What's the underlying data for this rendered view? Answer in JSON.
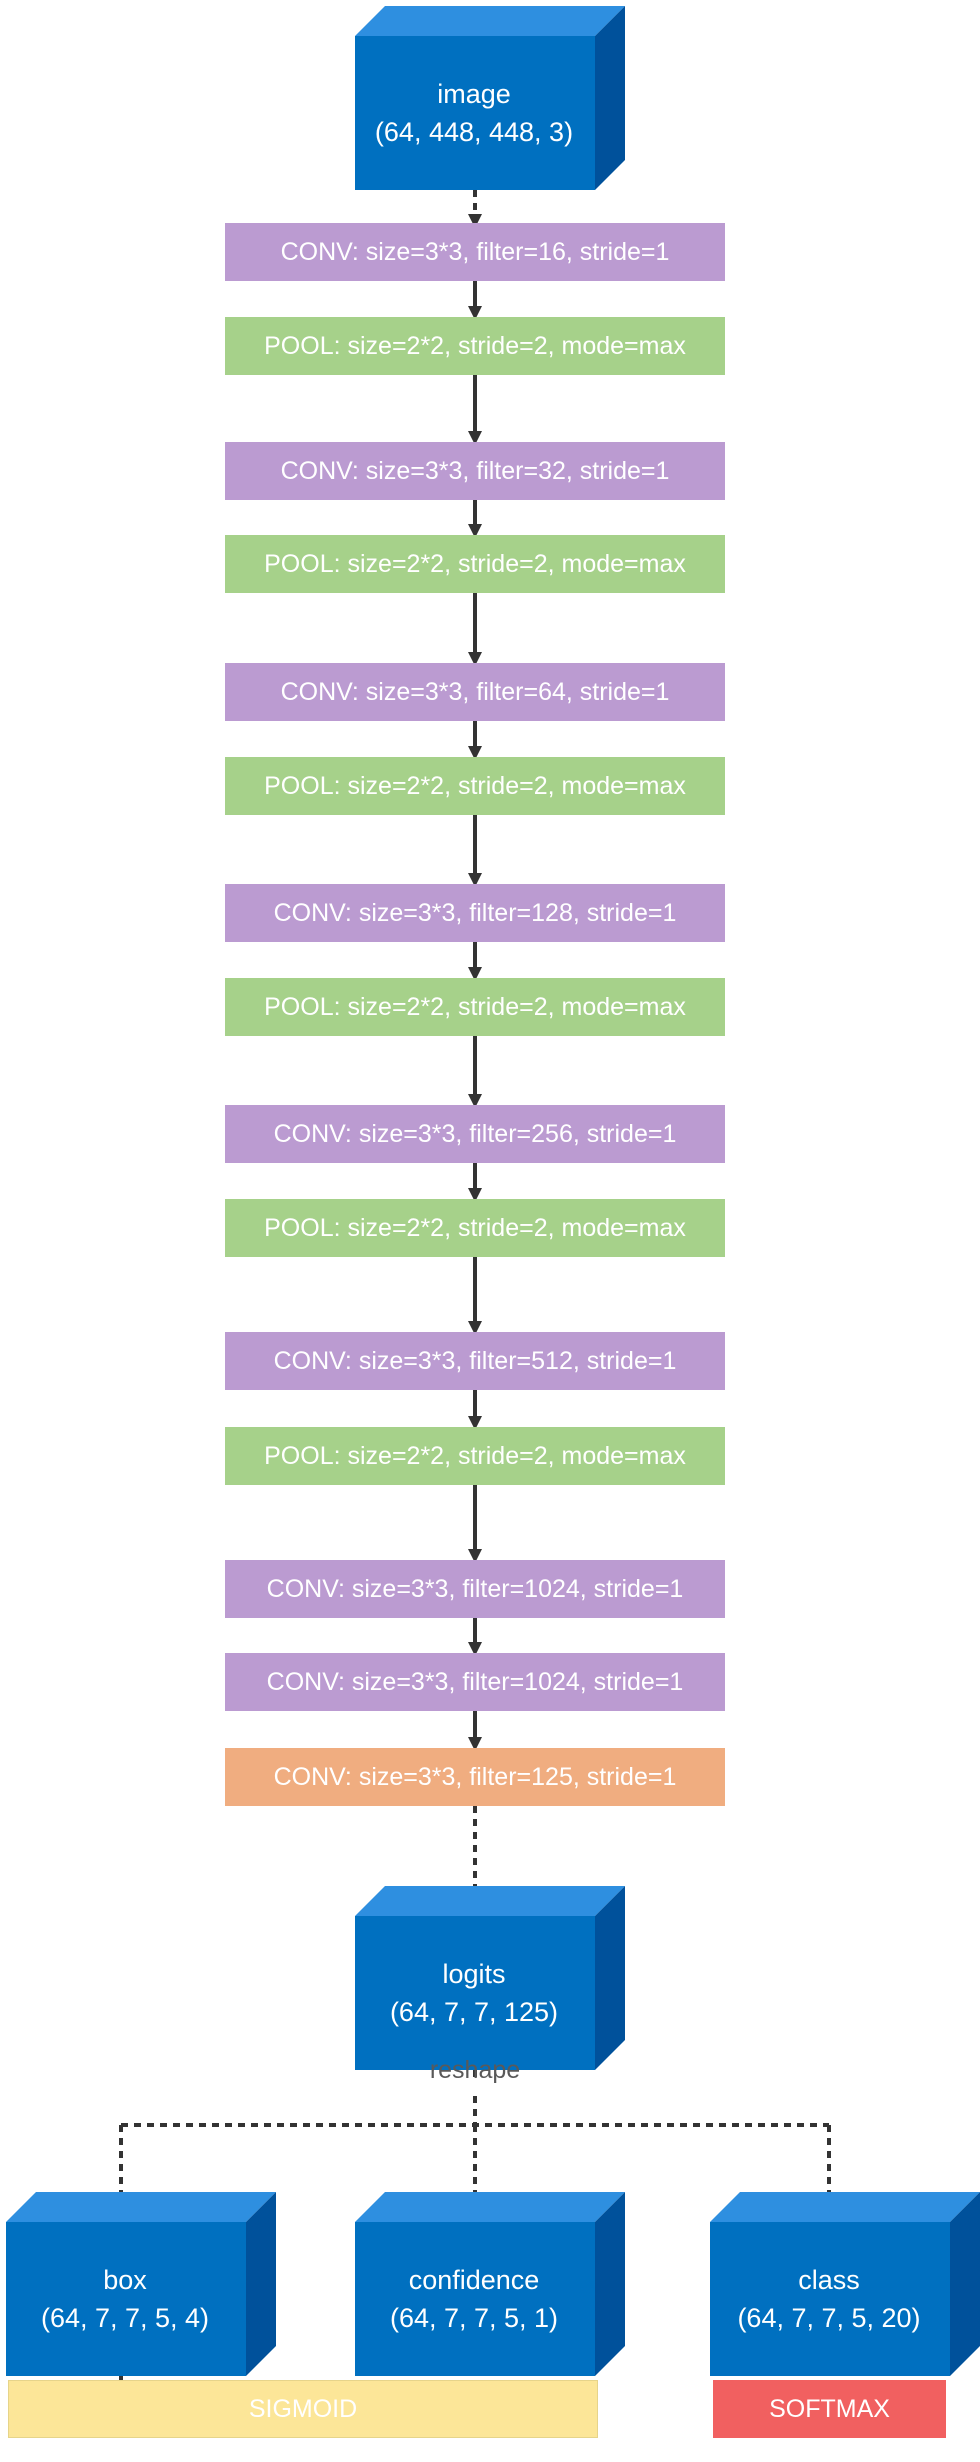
{
  "input": {
    "name": "image",
    "shape": "(64, 448, 448, 3)"
  },
  "layers": [
    {
      "type": "conv",
      "label": "CONV: size=3*3, filter=16, stride=1"
    },
    {
      "type": "pool",
      "label": "POOL: size=2*2, stride=2, mode=max"
    },
    {
      "type": "conv",
      "label": "CONV: size=3*3, filter=32, stride=1"
    },
    {
      "type": "pool",
      "label": "POOL: size=2*2, stride=2, mode=max"
    },
    {
      "type": "conv",
      "label": "CONV: size=3*3, filter=64, stride=1"
    },
    {
      "type": "pool",
      "label": "POOL: size=2*2, stride=2, mode=max"
    },
    {
      "type": "conv",
      "label": "CONV: size=3*3, filter=128, stride=1"
    },
    {
      "type": "pool",
      "label": "POOL: size=2*2, stride=2, mode=max"
    },
    {
      "type": "conv",
      "label": "CONV: size=3*3, filter=256, stride=1"
    },
    {
      "type": "pool",
      "label": "POOL: size=2*2, stride=2, mode=max"
    },
    {
      "type": "conv",
      "label": "CONV: size=3*3, filter=512, stride=1"
    },
    {
      "type": "pool",
      "label": "POOL: size=2*2, stride=2, mode=max"
    },
    {
      "type": "conv",
      "label": "CONV: size=3*3, filter=1024, stride=1"
    },
    {
      "type": "conv",
      "label": "CONV: size=3*3, filter=1024, stride=1"
    },
    {
      "type": "final",
      "label": "CONV: size=3*3, filter=125, stride=1"
    }
  ],
  "logits": {
    "name": "logits",
    "shape": "(64, 7, 7, 125)"
  },
  "reshape_label": "reshape",
  "outputs": [
    {
      "name": "box",
      "shape": "(64, 7, 7, 5, 4)"
    },
    {
      "name": "confidence",
      "shape": "(64, 7, 7, 5, 1)"
    },
    {
      "name": "class",
      "shape": "(64, 7, 7, 5, 20)"
    }
  ],
  "activations": {
    "sigmoid": "SIGMOID",
    "softmax": "SOFTMAX"
  },
  "colors": {
    "cube_front": "#0070c0",
    "cube_top": "#2e8fe0",
    "cube_side": "#00519b",
    "conv": "#bb9bd1",
    "pool": "#a6d18a",
    "final_conv": "#f0ad80",
    "sigmoid": "#fce698",
    "softmax": "#f16060",
    "arrow": "#333333"
  }
}
